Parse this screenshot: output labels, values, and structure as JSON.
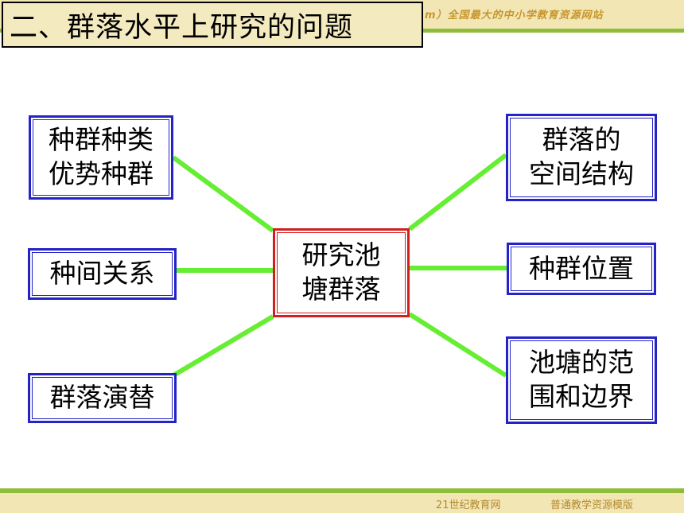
{
  "header": {
    "title": "二、群落水平上研究的问题",
    "watermark": "m）全国最大的中小学教育资源网站"
  },
  "footer": {
    "left": "21世纪教育网",
    "right": "普通教学资源模版"
  },
  "colors": {
    "connector": "#66ee33",
    "node_border": "#2323c8",
    "center_border": "#d21e1e",
    "strip_bg": "#f2e6b4",
    "strip_line": "#8fbd3a"
  },
  "diagram": {
    "center": {
      "line1": "研究池",
      "line2": "塘群落"
    },
    "left": [
      {
        "line1": "种群种类",
        "line2": "优势种群"
      },
      {
        "line1": "种间关系"
      },
      {
        "line1": "群落演替"
      }
    ],
    "right": [
      {
        "line1": "群落的",
        "line2": "空间结构"
      },
      {
        "line1": "种群位置"
      },
      {
        "line1": "池塘的范",
        "line2": "围和边界"
      }
    ]
  }
}
